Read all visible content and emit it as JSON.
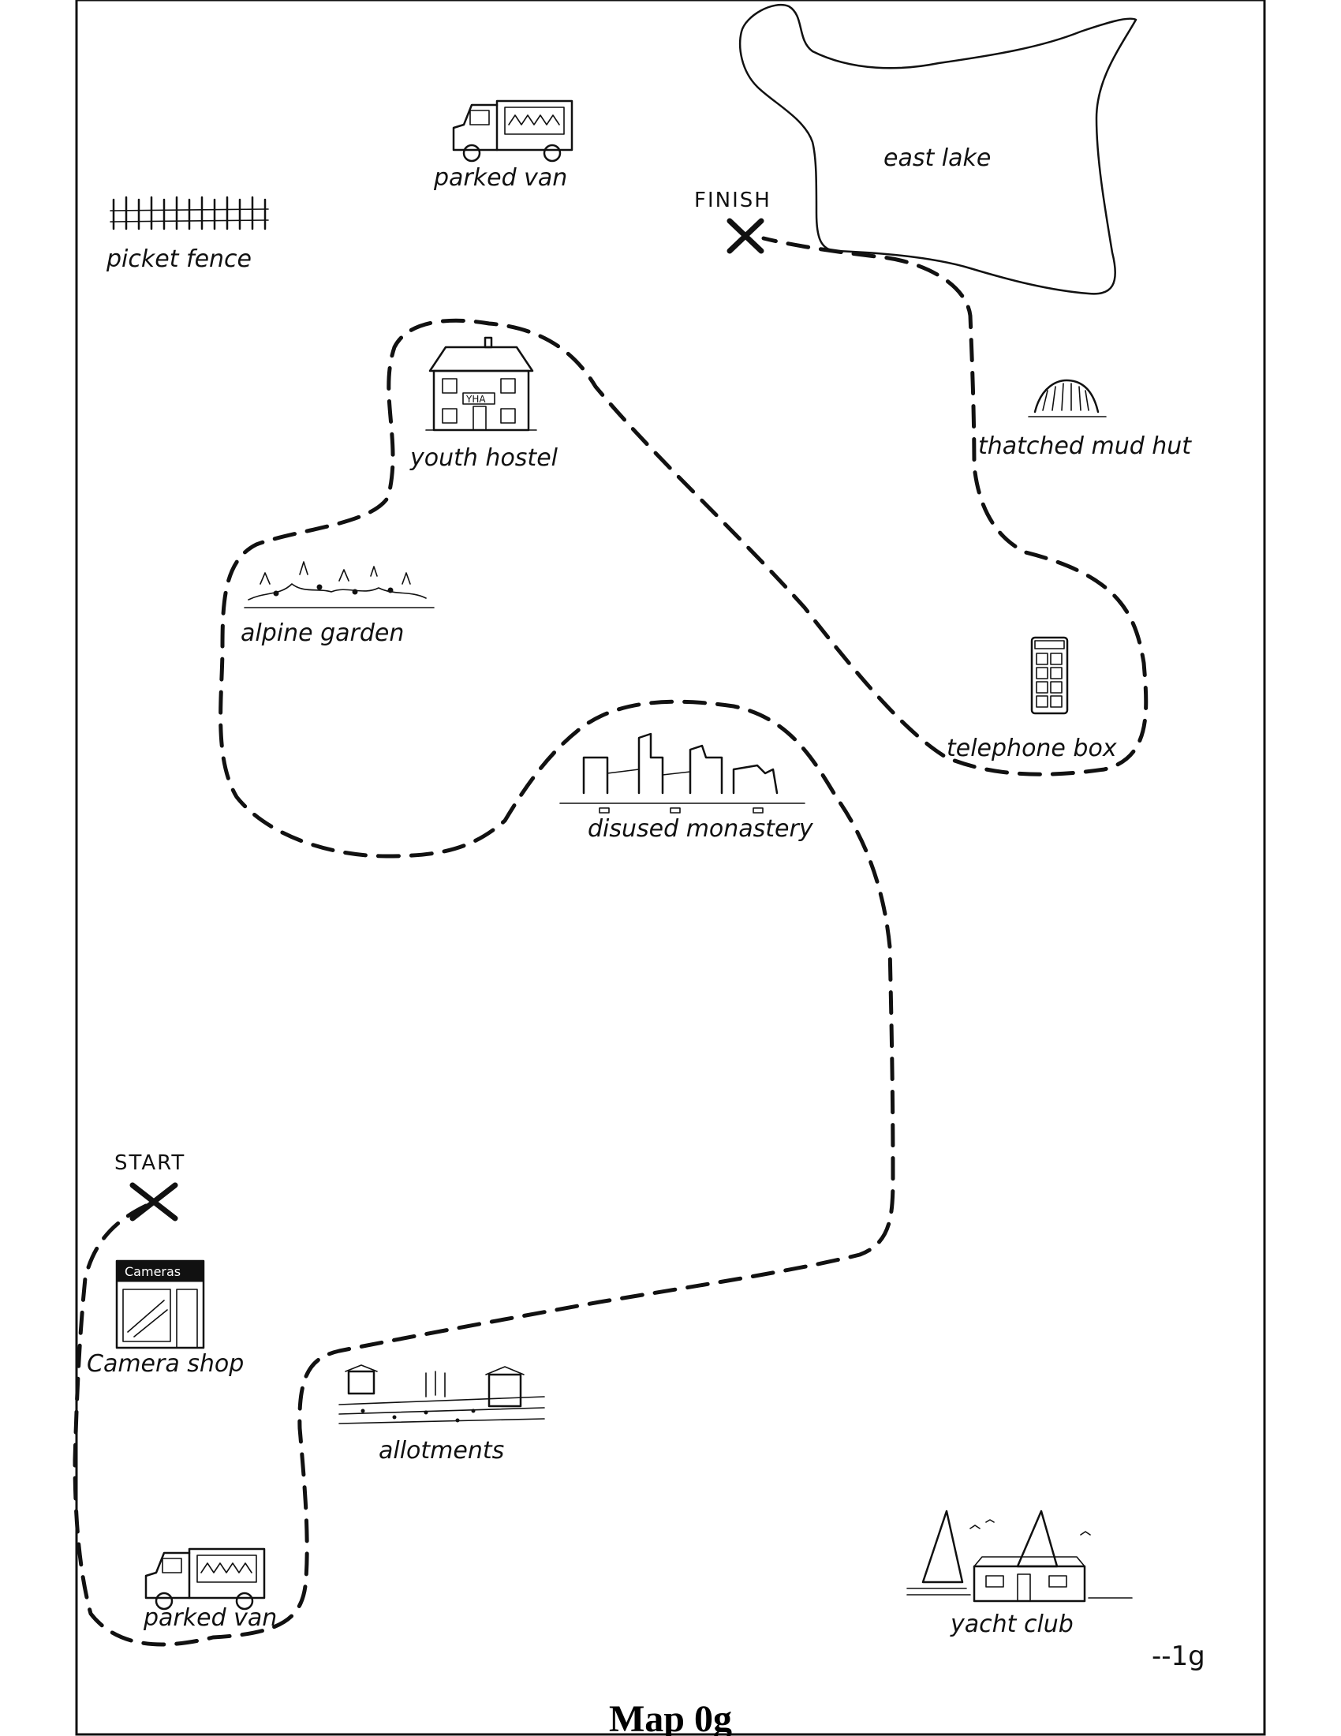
{
  "map": {
    "title": "Map 0g",
    "page_code": "--1g",
    "start_label": "START",
    "finish_label": "FINISH",
    "landmarks": {
      "east_lake": "east lake",
      "parked_van_top": "parked van",
      "picket_fence": "picket fence",
      "youth_hostel": "youth hostel",
      "hostel_sign": "YHA",
      "thatched_mud_hut": "thatched mud hut",
      "alpine_garden": "alpine garden",
      "telephone_box": "telephone box",
      "disused_monastery": "disused monastery",
      "camera_shop": "Camera shop",
      "camera_shop_sign": "Cameras",
      "allotments": "allotments",
      "parked_van_bottom": "parked van",
      "yacht_club": "yacht club"
    }
  }
}
